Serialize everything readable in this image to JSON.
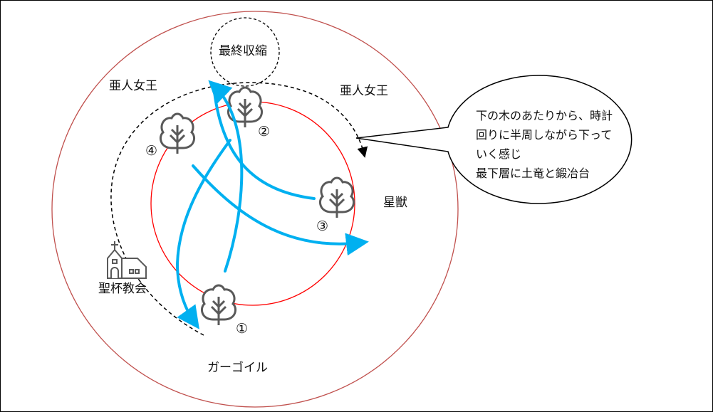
{
  "labels": {
    "final_shrink": "最終収縮",
    "queen_left": "亜人女王",
    "queen_right": "亜人女王",
    "star_beast": "星獣",
    "gargoyle": "ガーゴイル",
    "church": "聖杯教会"
  },
  "trees": [
    {
      "id": "1",
      "label": "①"
    },
    {
      "id": "2",
      "label": "②"
    },
    {
      "id": "3",
      "label": "③"
    },
    {
      "id": "4",
      "label": "④"
    }
  ],
  "callout": {
    "lines": [
      "下の木のあたりから、時計",
      "回りに半周しながら下って",
      "いく感じ",
      "最下層に土竜と鍛冶台"
    ]
  },
  "colors": {
    "outer_ring": "#c0504d",
    "inner_ring": "#ff0000",
    "arrows": "#00b0f0",
    "icons": "#595959"
  }
}
